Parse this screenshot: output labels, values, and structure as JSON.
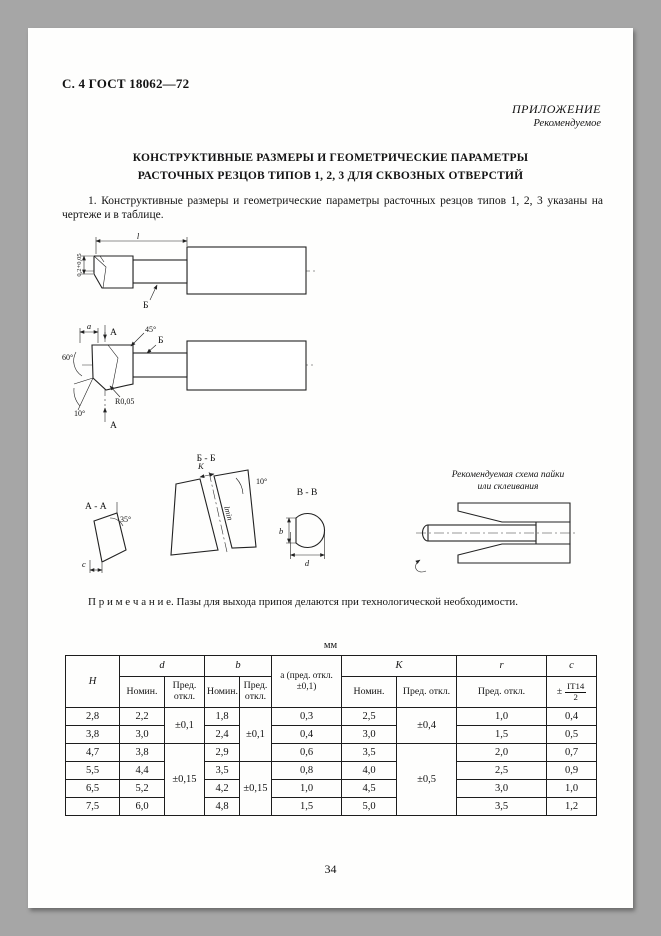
{
  "page": {
    "header": "С. 4 ГОСТ 18062—72",
    "appendix": "ПРИЛОЖЕНИЕ",
    "appendix_note": "Рекомендуемое",
    "title_line1": "КОНСТРУКТИВНЫЕ РАЗМЕРЫ И ГЕОМЕТРИЧЕСКИЕ ПАРАМЕТРЫ",
    "title_line2": "РАСТОЧНЫХ РЕЗЦОВ ТИПОВ 1, 2, 3 ДЛЯ СКВОЗНЫХ ОТВЕРСТИЙ",
    "paragraph": "1. Конструктивные размеры и геометрические параметры расточных резцов типов 1, 2, 3 указаны на чертеже и в таблице.",
    "note": "П р и м е ч а н и е. Пазы для выхода припоя делаются при технологической необходимости.",
    "page_number": "34"
  },
  "drawings": {
    "fig1": {
      "dim_height": "0,2+0,05",
      "dim_length": "l",
      "sec_label": "Б"
    },
    "fig2": {
      "dim_a": "а",
      "sec_a_top": "А",
      "angle_45": "45°",
      "sec_b": "Б",
      "angle_60": "60°",
      "radius": "R0,05",
      "angle_10": "10°",
      "sec_a_bottom": "А"
    },
    "sec_bb": {
      "title": "Б - Б",
      "dim_k": "К",
      "dim_lmin": "lmin",
      "angle_10": "10°"
    },
    "sec_aa": {
      "title": "А - А",
      "angle_35": "35°",
      "dim_c": "с"
    },
    "sec_vv": {
      "title": "В - В",
      "dim_b": "b",
      "dim_d": "d"
    },
    "solder": {
      "caption_line1": "Рекомендуемая схема пайки",
      "caption_line2": "или склеивания"
    }
  },
  "table": {
    "unit": "мм",
    "head": {
      "h": "Н",
      "d": "d",
      "b": "b",
      "a1": "а (пред. откл.",
      "a2": "±0,1)",
      "k": "К",
      "r": "r",
      "c": "с",
      "nom": "Номин.",
      "dev": "Пред. откл.",
      "c_pm": "±",
      "c_num": "IT14",
      "c_den": "2"
    },
    "tol": {
      "d1": "±0,1",
      "d2": "±0,15",
      "b1": "±0,1",
      "b2": "±0,15",
      "k1": "±0,4",
      "k2": "±0,5"
    },
    "rows": [
      {
        "h": "2,8",
        "d": "2,2",
        "b": "1,8",
        "a": "0,3",
        "k": "2,5",
        "r": "1,0",
        "c": "0,4"
      },
      {
        "h": "3,8",
        "d": "3,0",
        "b": "2,4",
        "a": "0,4",
        "k": "3,0",
        "r": "1,5",
        "c": "0,5"
      },
      {
        "h": "4,7",
        "d": "3,8",
        "b": "2,9",
        "a": "0,6",
        "k": "3,5",
        "r": "2,0",
        "c": "0,7"
      },
      {
        "h": "5,5",
        "d": "4,4",
        "b": "3,5",
        "a": "0,8",
        "k": "4,0",
        "r": "2,5",
        "c": "0,9"
      },
      {
        "h": "6,5",
        "d": "5,2",
        "b": "4,2",
        "a": "1,0",
        "k": "4,5",
        "r": "3,0",
        "c": "1,0"
      },
      {
        "h": "7,5",
        "d": "6,0",
        "b": "4,8",
        "a": "1,5",
        "k": "5,0",
        "r": "3,5",
        "c": "1,2"
      }
    ]
  }
}
